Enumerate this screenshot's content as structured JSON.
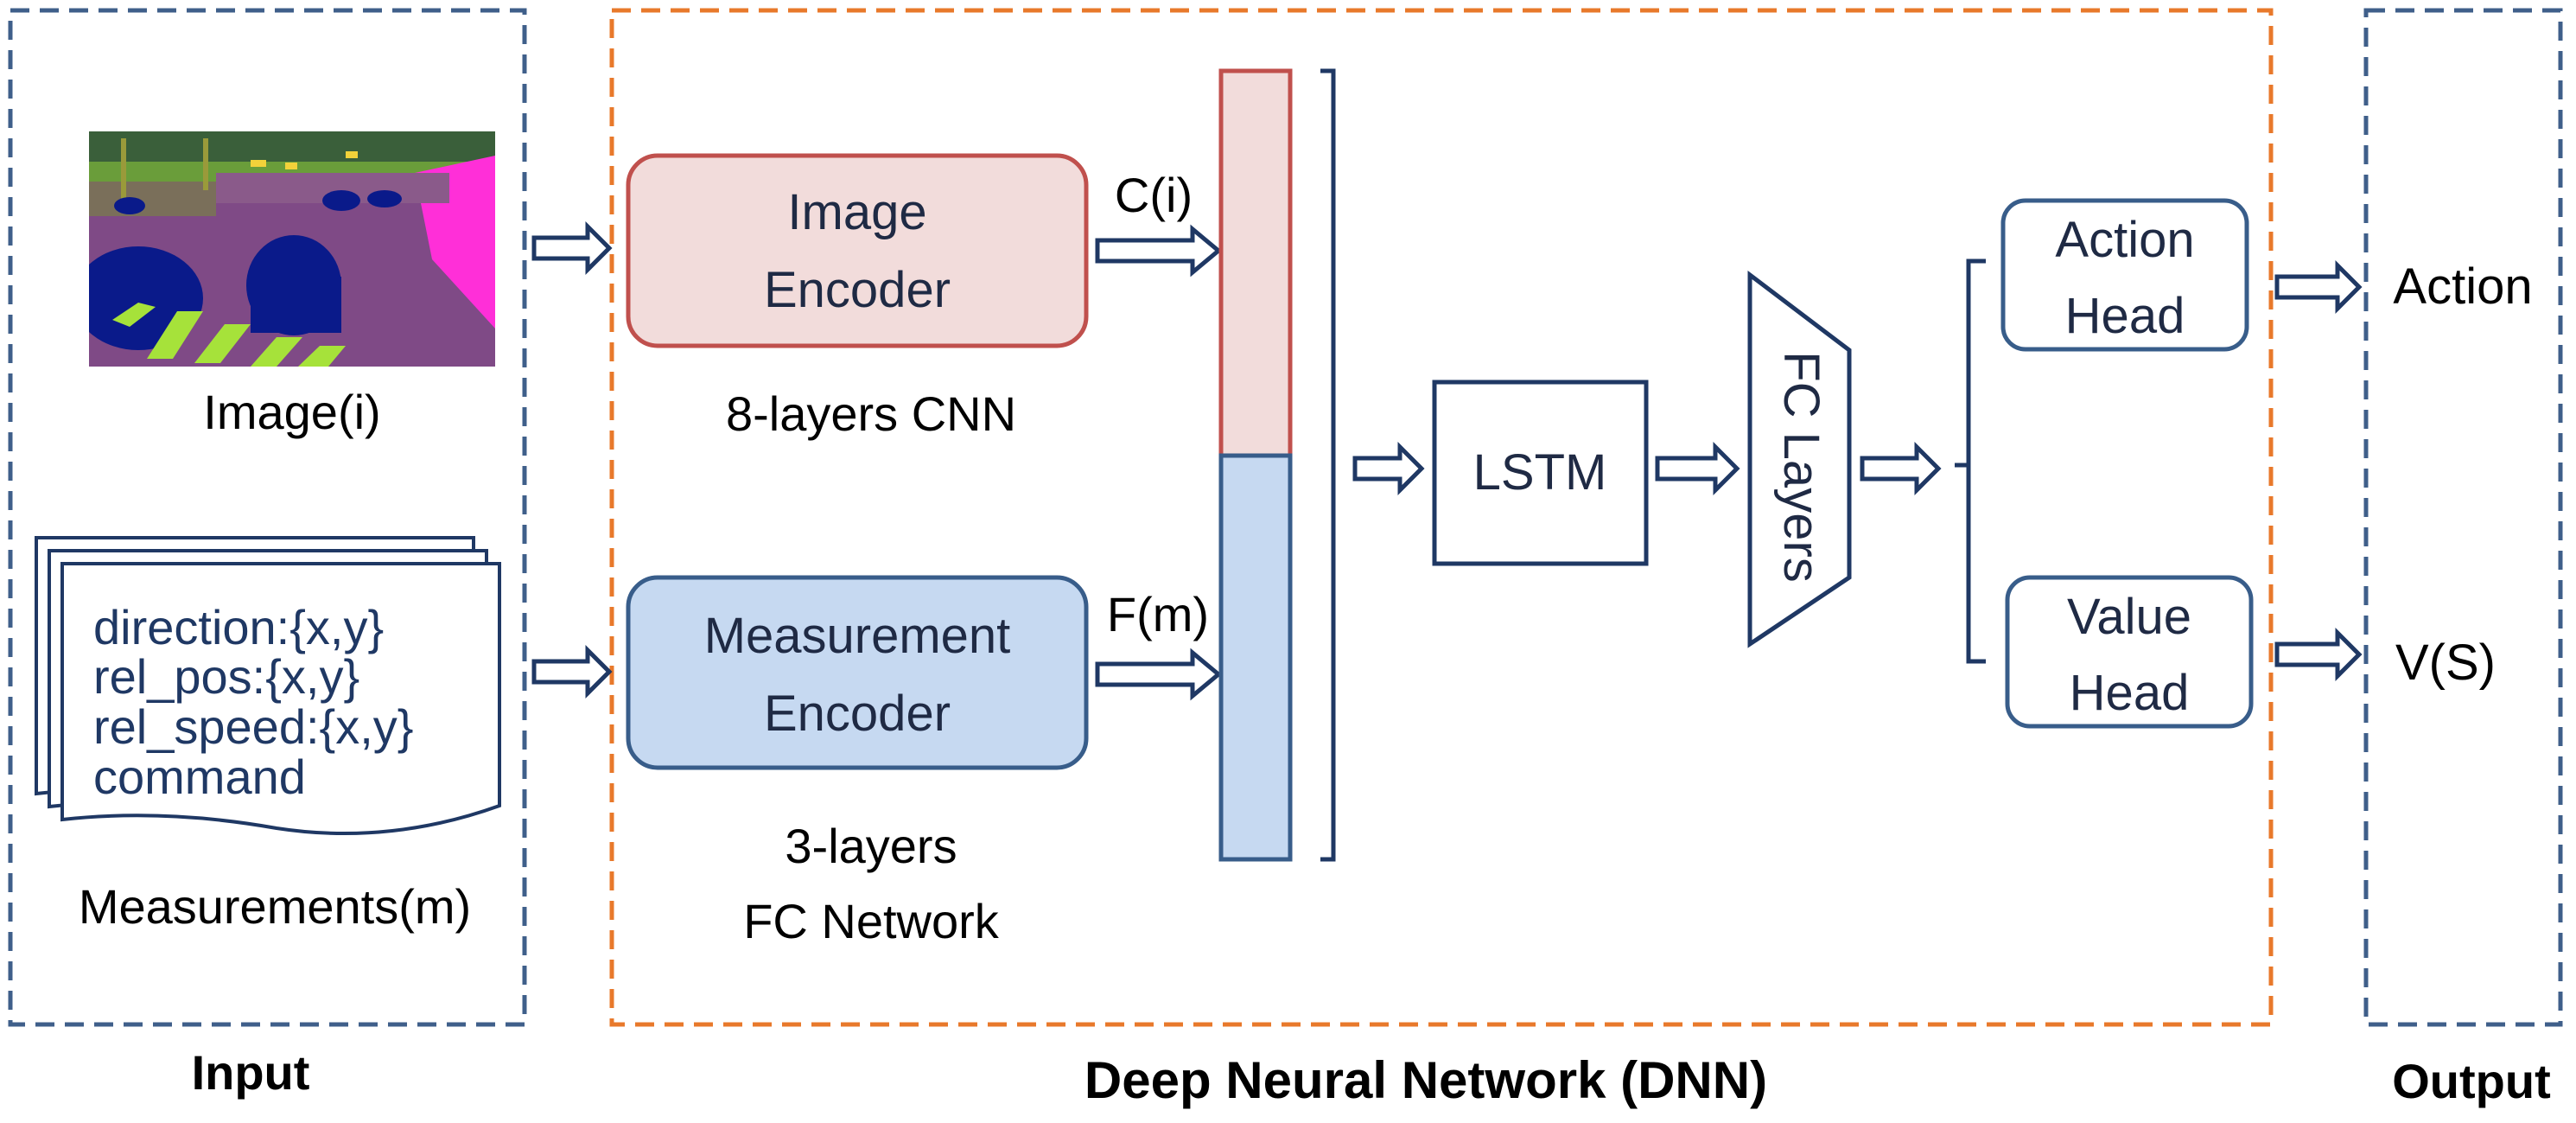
{
  "sections": {
    "input": "Input",
    "dnn": "Deep Neural Network (DNN)",
    "output": "Output"
  },
  "input": {
    "image_label": "Image(i)",
    "measurements_label": "Measurements(m)",
    "measurements_lines": [
      "direction:{x,y}",
      "rel_pos:{x,y}",
      "rel_speed:{x,y}",
      "command"
    ]
  },
  "encoders": {
    "image_line1": "Image",
    "image_line2": "Encoder",
    "image_caption": "8-layers CNN",
    "image_output": "C(i)",
    "measurement_line1": "Measurement",
    "measurement_line2": "Encoder",
    "measurement_caption_line1": "3-layers",
    "measurement_caption_line2": "FC Network",
    "measurement_output": "F(m)"
  },
  "core": {
    "lstm": "LSTM",
    "fc_layers": "FC Layers"
  },
  "heads": {
    "action_line1": "Action",
    "action_line2": "Head",
    "value_line1": "Value",
    "value_line2": "Head"
  },
  "outputs": {
    "action": "Action",
    "value": "V(S)"
  },
  "colors": {
    "input_border": "#3f5f8a",
    "dnn_border": "#e8792b",
    "image_encoder_fill": "#f2dcdb",
    "image_encoder_border": "#c0504d",
    "measurement_encoder_fill": "#c6d9f1",
    "measurement_encoder_border": "#385d8a",
    "arrow": "#1f3864"
  }
}
